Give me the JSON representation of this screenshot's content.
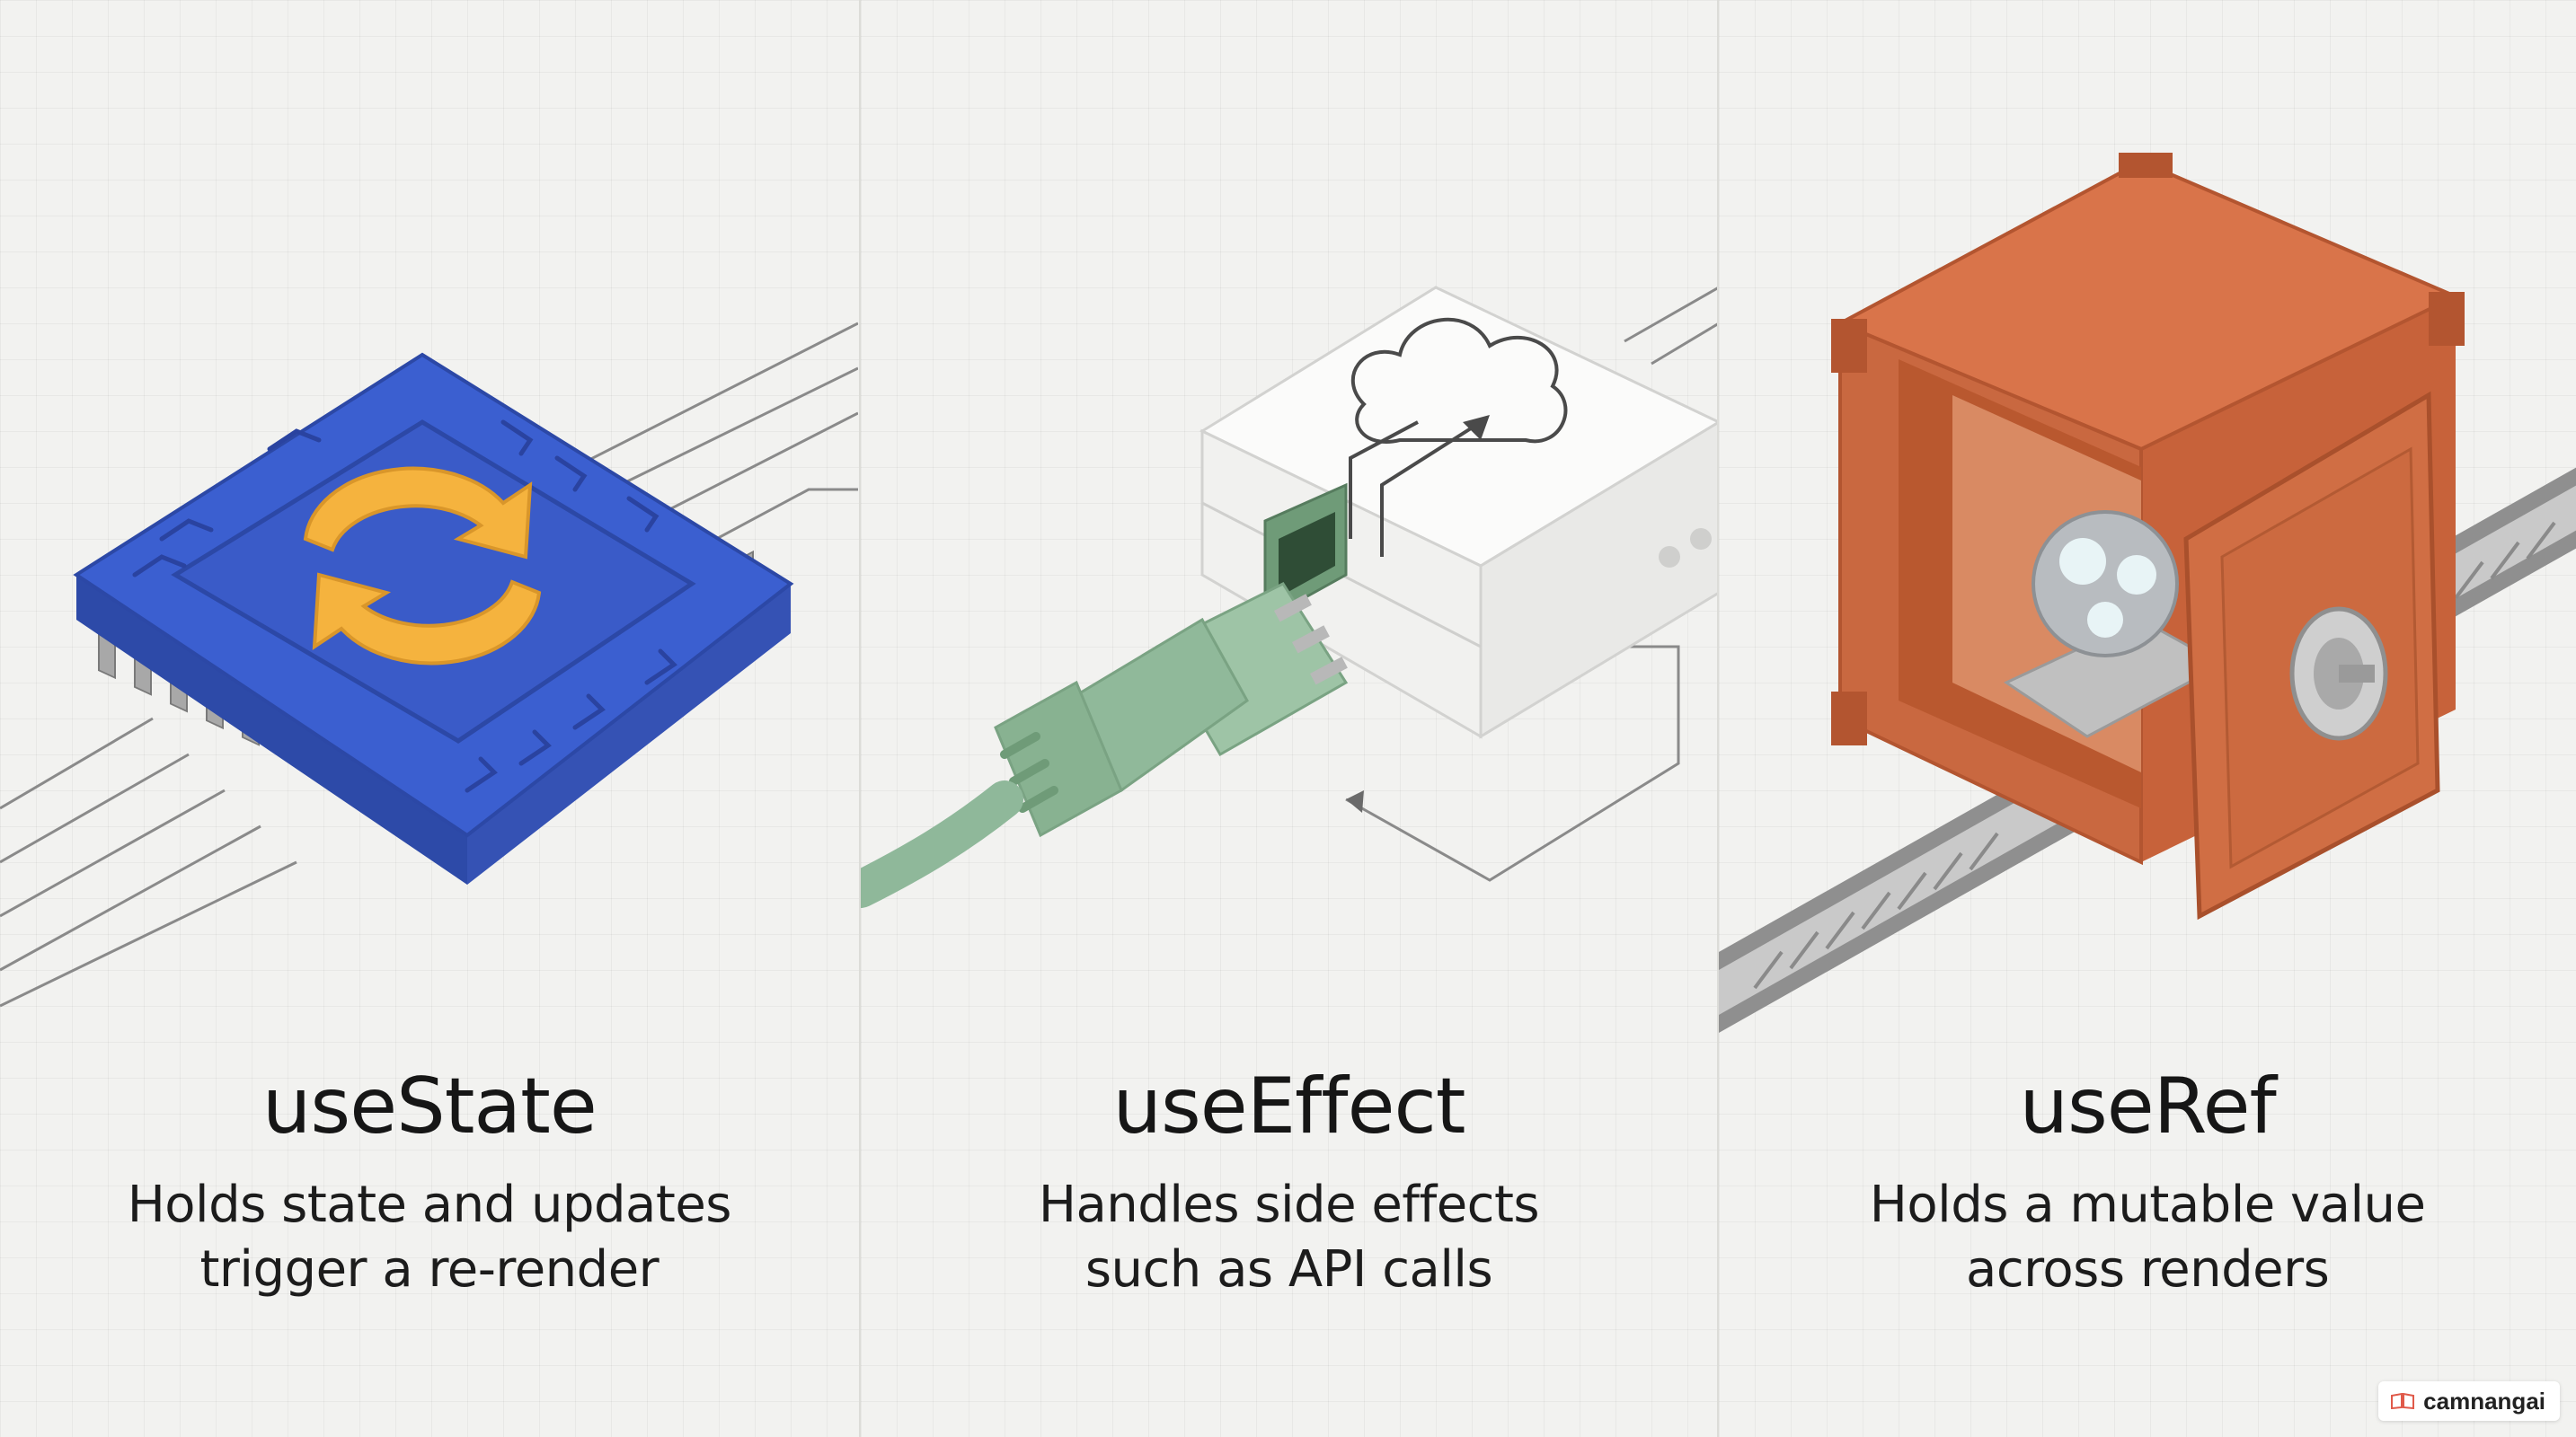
{
  "panels": [
    {
      "title": "useState",
      "desc_line1": "Holds state and updates",
      "desc_line2": "trigger a re-render",
      "illustration": "microchip-refresh-icon",
      "accent": "#3b5fd0"
    },
    {
      "title": "useEffect",
      "desc_line1": "Handles side effects",
      "desc_line2": "such as API calls",
      "illustration": "cloud-connector-icon",
      "accent": "#8fb89a"
    },
    {
      "title": "useRef",
      "desc_line1": "Holds a mutable value",
      "desc_line2": "across renders",
      "illustration": "safe-box-icon",
      "accent": "#cf6b3f"
    }
  ],
  "watermark": {
    "text": "camnangai"
  }
}
